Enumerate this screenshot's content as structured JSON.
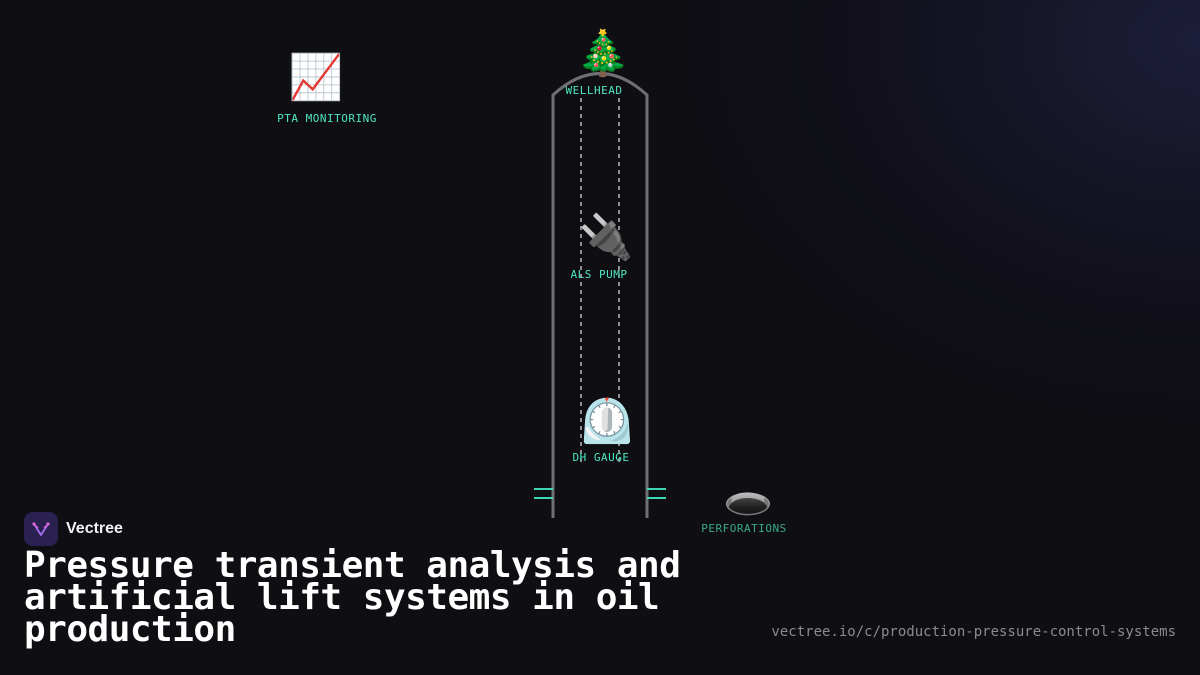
{
  "diagram": {
    "nodes": {
      "pta": {
        "icon": "chart-increasing-icon",
        "glyph": "📈",
        "label": "PTA MONITORING"
      },
      "wellhead": {
        "icon": "christmas-tree-icon",
        "glyph": "🎄",
        "label": "WELLHEAD"
      },
      "pump": {
        "icon": "electric-plug-icon",
        "glyph": "🔌",
        "label": "ALS PUMP"
      },
      "gauge": {
        "icon": "timer-clock-icon",
        "glyph": "⏲️",
        "label": "DH GAUGE"
      },
      "perforations": {
        "icon": "hole-icon",
        "glyph": "🕳️",
        "label": "PERFORATIONS"
      }
    },
    "colors": {
      "label": "#4ee6c2",
      "casing": "#6f6f74",
      "tubing": "#b9b9be",
      "perf_marks": "#3fd6b4"
    }
  },
  "brand": {
    "name": "Vectree",
    "logo_icon": "vectree-logo-icon"
  },
  "title": "Pressure transient analysis and artificial lift systems in oil production",
  "url": "vectree.io/c/production-pressure-control-systems"
}
